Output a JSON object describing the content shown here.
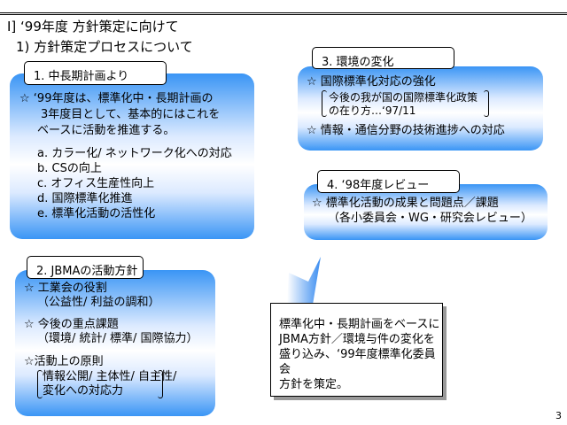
{
  "title": "Ⅰ] ‘99年度 方針策定に向けて",
  "subtitle": "1) 方針策定プロセスについて",
  "section1": {
    "label": "1. 中長期計画より",
    "lines": [
      "☆ ‘99年度は、標準化中・長期計画の",
      "3年度目として、基本的にはこれを",
      "ベースに活動を推進する。"
    ],
    "items": [
      "a. カラー化/ ネットワーク化への対応",
      "b. CSの向上",
      "c. オフィス生産性向上",
      "d. 国際標準化推進",
      "e. 標準化活動の活性化"
    ]
  },
  "section2": {
    "label": "2. JBMAの活動方針",
    "items": [
      {
        "head": "☆ 工業会の役割",
        "sub": "（公益性/ 利益の調和）"
      },
      {
        "head": "☆ 今後の重点課題",
        "sub": "（環境/  統計/ 標準/ 国際協力）"
      },
      {
        "head": "☆活動上の原則",
        "sub1": "情報公開/ 主体性/ 自主性/",
        "sub2": "変化への対応力"
      }
    ]
  },
  "section3": {
    "label": "3. 環境の変化",
    "item1": "☆ 国際標準化対応の強化",
    "sub1": "今後の我が国の国際標準化政策",
    "sub2": "の在り方…‘97/11",
    "item2": "☆ 情報・通信分野の技術進捗への対応"
  },
  "section4": {
    "label": "4. ‘98年度レビュー",
    "line1": "☆ 標準化活動の成果と問題点／課題",
    "line2": "（各小委員会・WG・研究会レビュー）"
  },
  "conclusion": [
    "標準化中・長期計画をベースに",
    "JBMA方針／環境与件の変化を",
    "盛り込み、‘99年度標準化委員会",
    "方針を策定。"
  ],
  "page_number": "3"
}
